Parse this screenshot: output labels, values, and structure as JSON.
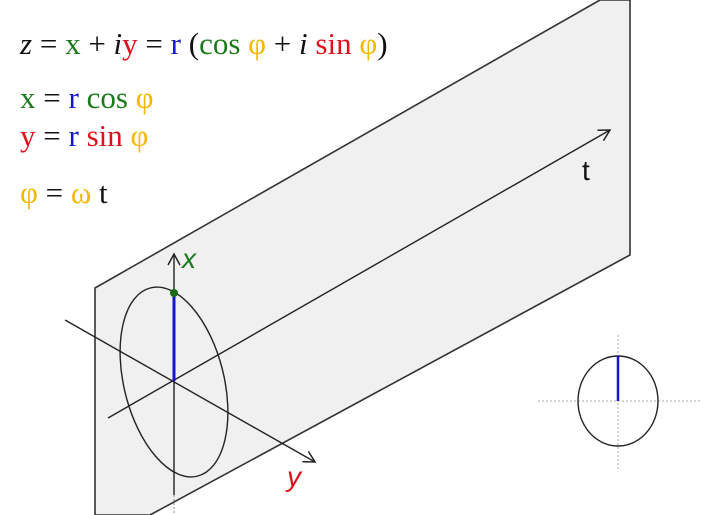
{
  "colors": {
    "x": "#1a7a1a",
    "y": "#e0101a",
    "r": "#1414d2",
    "phi": "#f5b800",
    "plane": "#f0f0f0"
  },
  "equations": {
    "line1": [
      "z",
      " = ",
      "x",
      " + ",
      "i",
      "y",
      " = ",
      "r",
      " (",
      "cos",
      " φ",
      " + ",
      "i",
      " sin",
      " φ",
      ")"
    ],
    "line2": [
      "x",
      " = ",
      "r",
      " cos",
      " φ"
    ],
    "line3": [
      "y",
      " = ",
      "r",
      " sin",
      " φ"
    ],
    "line4": [
      "φ",
      " = ",
      "ω",
      " t"
    ]
  },
  "axes": {
    "x_label": "x",
    "y_label": "y",
    "t_label": "t"
  }
}
